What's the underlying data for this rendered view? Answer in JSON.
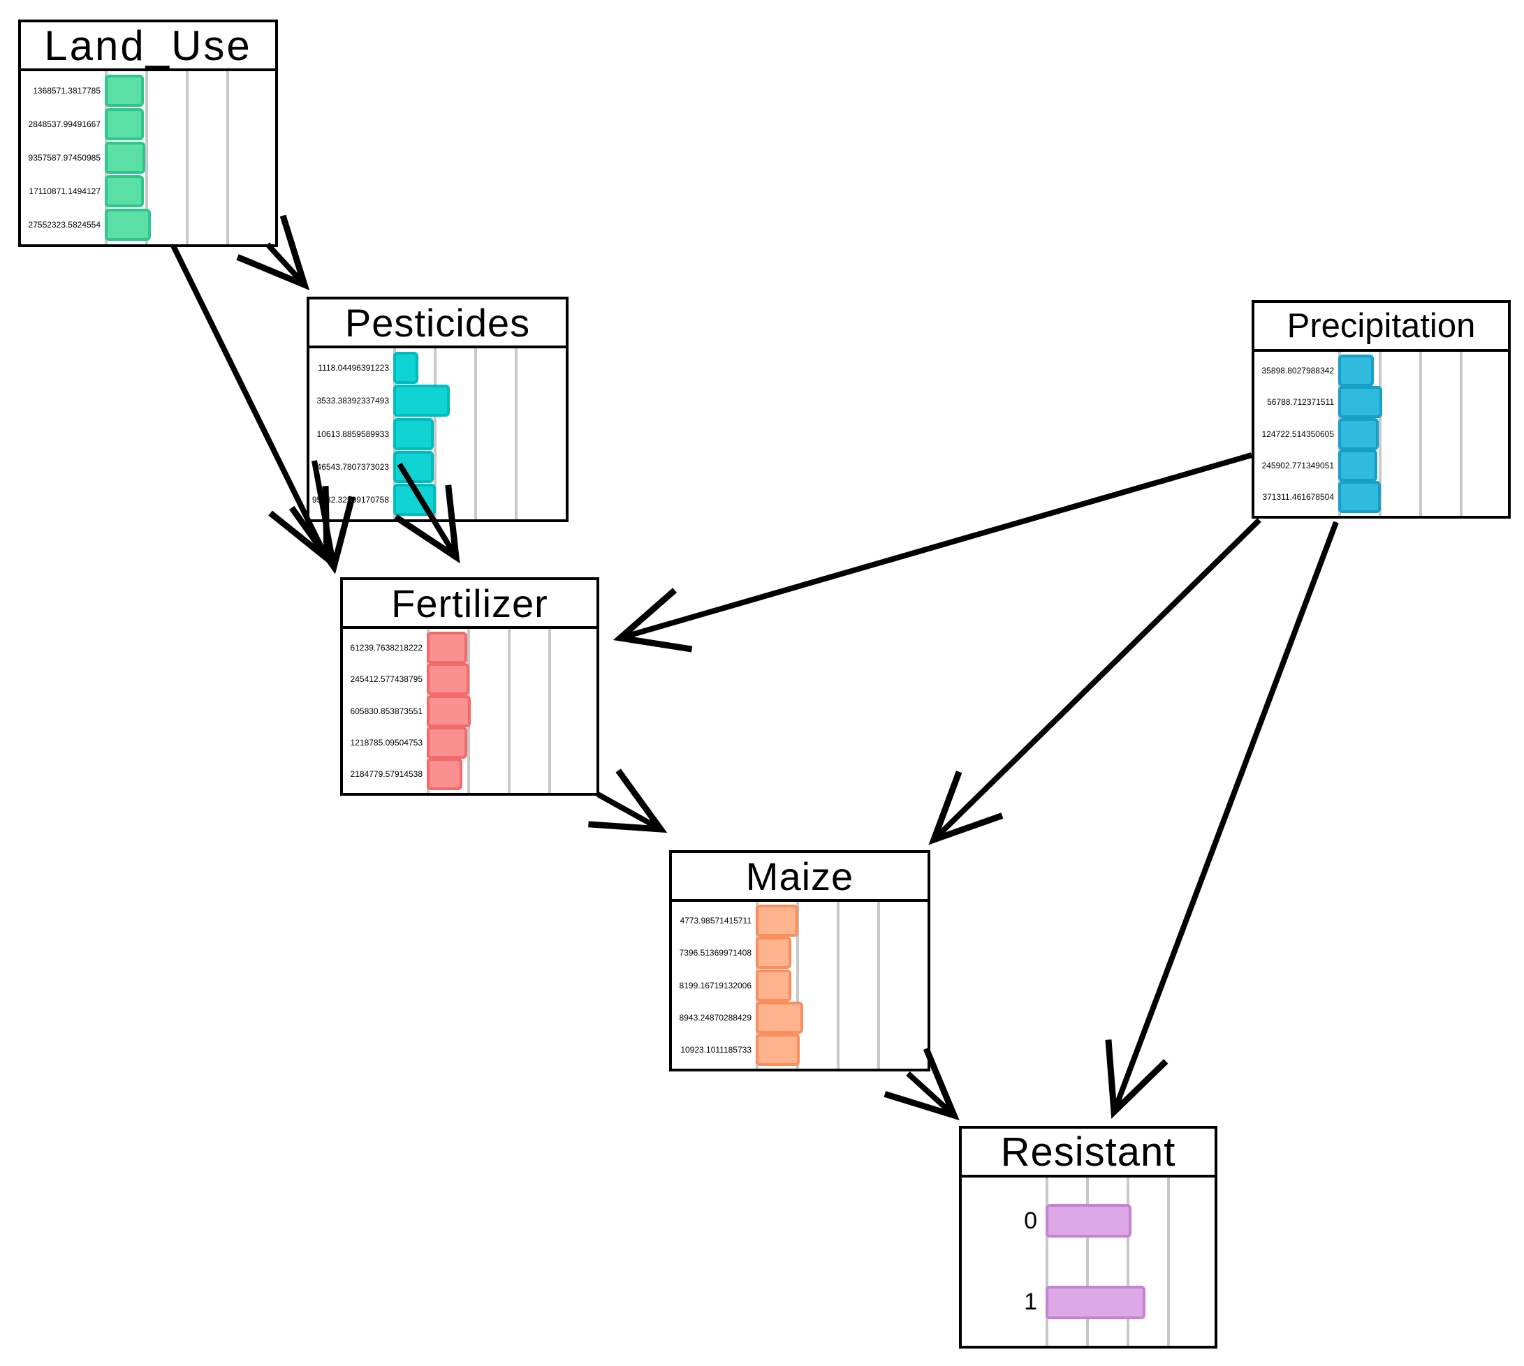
{
  "diagram": {
    "kind": "bayesian-network-histogram-plot",
    "background_color": "#ffffff",
    "edge_color": "#000000",
    "gridline_color": "#c8c8c8"
  },
  "chart_data": {
    "type": "bar",
    "orientation": "horizontal",
    "note": "Each network node shows a histogram of its discretized distribution; bar values are approximate percent of axis width read from the plot.",
    "nodes": [
      {
        "id": "land_use",
        "title": "Land_Use",
        "bar_fill": "#5adfa5",
        "bar_border": "#2fc68e",
        "categories": [
          "1368571.3817785",
          "2848537.99491667",
          "9357587.97450985",
          "17110871.1494127",
          "27552323.5824554"
        ],
        "values": [
          19,
          19,
          20,
          19,
          23
        ]
      },
      {
        "id": "pesticides",
        "title": "Pesticides",
        "bar_fill": "#10d4d4",
        "bar_border": "#00bcbe",
        "categories": [
          "1118.04496391223",
          "3533.38392337493",
          "10613.8859589933",
          "46543.7807373023",
          "95982.32599170758"
        ],
        "values": [
          11,
          29,
          20,
          20,
          21
        ]
      },
      {
        "id": "precipitation",
        "title": "Precipitation",
        "bar_fill": "#2fbade",
        "bar_border": "#189fc7",
        "categories": [
          "35898.8027988342",
          "56788.712371511",
          "124722.514350605",
          "245902.771349051",
          "371311.461678504"
        ],
        "values": [
          17,
          22,
          20,
          19,
          21
        ]
      },
      {
        "id": "fertilizer",
        "title": "Fertilizer",
        "bar_fill": "#fa9090",
        "bar_border": "#f26a6a",
        "categories": [
          "61239.7638218222",
          "245412.577438795",
          "605830.853873551",
          "1218785.09504753",
          "2184779.57914538"
        ],
        "values": [
          20,
          21,
          22,
          20,
          17
        ]
      },
      {
        "id": "maize",
        "title": "Maize",
        "bar_fill": "#ffb48e",
        "bar_border": "#f98f5d",
        "categories": [
          "4773.98571415711",
          "7396.51369971408",
          "8199.16719132006",
          "8943.24870288429",
          "10923.1011185733"
        ],
        "values": [
          21,
          17,
          17,
          24,
          22
        ]
      },
      {
        "id": "resistant",
        "title": "Resistant",
        "bar_fill": "#dca8e6",
        "bar_border": "#c583d6",
        "big_labels": true,
        "categories": [
          "0",
          "1"
        ],
        "values": [
          46,
          54
        ]
      }
    ],
    "edges": [
      {
        "from": "Land_Use",
        "to": "Pesticides"
      },
      {
        "from": "Land_Use",
        "to": "Fertilizer"
      },
      {
        "from": "Pesticides",
        "to": "Fertilizer"
      },
      {
        "from": "Precipitation",
        "to": "Fertilizer"
      },
      {
        "from": "Precipitation",
        "to": "Maize"
      },
      {
        "from": "Precipitation",
        "to": "Resistant"
      },
      {
        "from": "Fertilizer",
        "to": "Maize"
      },
      {
        "from": "Maize",
        "to": "Resistant"
      }
    ]
  }
}
